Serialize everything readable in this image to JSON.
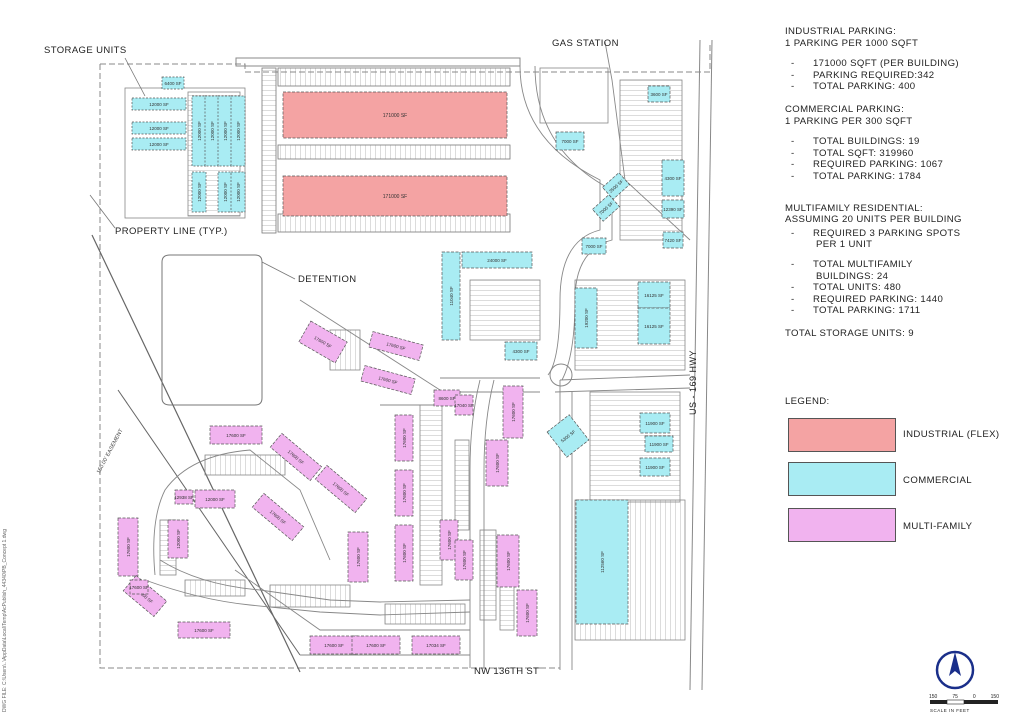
{
  "colors": {
    "industrial": "#f4a3a3",
    "commercial": "#a9ecf3",
    "multifamily": "#f1b3ef",
    "storage": "#a9ecf3",
    "line": "#777777",
    "road": "#9a9a9a"
  },
  "callouts": {
    "storage_units": "STORAGE UNITS",
    "gas_station": "GAS STATION",
    "property_line": "PROPERTY LINE (TYP.)",
    "detention": "DETENTION",
    "highway": "US - 169 HWY",
    "street": "NW 136TH ST",
    "easement": "150.00' EASEMENT",
    "sheet_path": "DWG FILE: C:\\Users\\..\\AppData\\Local\\Temp\\AcPublish_44340\\PB_Concept 1.dwg"
  },
  "notes": {
    "industrial": {
      "title": "INDUSTRIAL PARKING:",
      "rate": "1 PARKING PER 1000 SQFT",
      "items": [
        "171000 SQFT (PER BUILDING)",
        "PARKING REQUIRED:342",
        "TOTAL PARKING: 400"
      ]
    },
    "commercial": {
      "title": "COMMERCIAL PARKING:",
      "rate": "1 PARKING PER 300 SQFT",
      "items": [
        "TOTAL BUILDINGS: 19",
        "TOTAL SQFT: 319960",
        "REQUIRED PARKING: 1067",
        "TOTAL PARKING: 1784"
      ]
    },
    "multifamily": {
      "title": "MULTIFAMILY RESIDENTIAL:",
      "rate": "ASSUMING 20 UNITS PER BUILDING",
      "items": [
        "REQUIRED 3 PARKING SPOTS\n PER 1 UNIT",
        "TOTAL MULTIFAMILY\n BUILDINGS: 24",
        "TOTAL UNITS: 480",
        "REQUIRED PARKING: 1440",
        "TOTAL PARKING: 1711"
      ]
    },
    "storage_total": "TOTAL STORAGE UNITS: 9"
  },
  "legend": {
    "title": "LEGEND:",
    "items": [
      {
        "label": "INDUSTRIAL (FLEX)",
        "color": "#f4a3a3"
      },
      {
        "label": "COMMERCIAL",
        "color": "#a9ecf3"
      },
      {
        "label": "MULTI-FAMILY",
        "color": "#f1b3ef"
      }
    ]
  },
  "scale": {
    "ticks": [
      "150",
      "75",
      "0",
      "150"
    ],
    "label": "SCALE IN FEET",
    "north": "N"
  },
  "buildings": {
    "industrial": [
      "171000 SF",
      "171000 SF"
    ],
    "commercial": [
      "3600 SF",
      "24000 SF",
      "11040 SF",
      "4300 SF",
      "7000 SF",
      "3500 SF",
      "7000 SF",
      "12390 SF",
      "7420 SF",
      "7000 SF",
      "19200 SF",
      "16125 SF",
      "16125 SF",
      "5300 SF",
      "11900 SF",
      "11900 SF",
      "11900 SF",
      "112560 SF",
      "4300 SF"
    ],
    "storage": [
      "6400 SF",
      "12000 SF",
      "12000 SF",
      "12000 SF",
      "12000 SF",
      "12000 SF",
      "12000 SF",
      "12000 SF",
      "12000 SF",
      "12000 SF",
      "12000 SF"
    ],
    "multifamily": [
      "17600 SF",
      "17600 SF",
      "17600 SF",
      "8600 SF",
      "17600 SF",
      "17600 SF",
      "17600 SF",
      "17600 SF",
      "17600 SF",
      "17600 SF",
      "17600 SF",
      "17600 SF",
      "17600 SF",
      "17600 SF",
      "17600 SF",
      "17600 SF",
      "12000 SF",
      "12000 SF",
      "17600 SF",
      "17600 SF",
      "17600 SF",
      "17600 SF",
      "17600 SF",
      "17034 SF",
      "17040 SF",
      "12938 SF",
      "17600 SF",
      "17600 SF",
      "17600 SF"
    ]
  }
}
